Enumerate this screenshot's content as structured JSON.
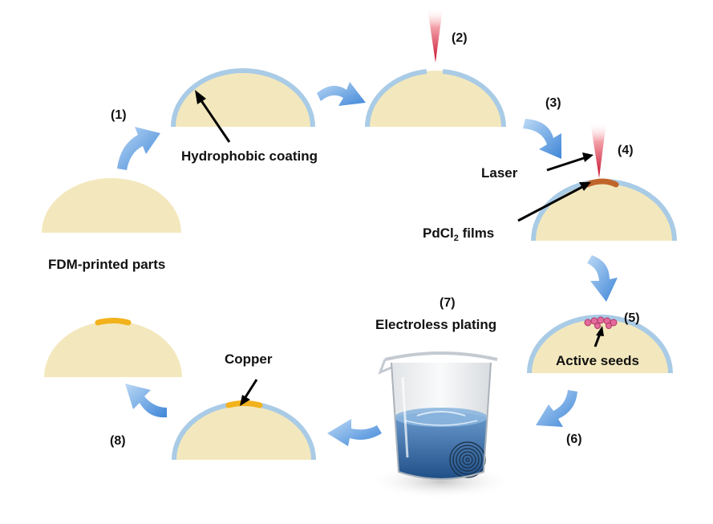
{
  "labels": {
    "fdm": "FDM-printed parts",
    "hydrophobic": "Hydrophobic coating",
    "laser": "Laser",
    "pdcl_base": "PdCl",
    "pdcl_sub": "2",
    "pdcl_rest": " films",
    "active_seeds": "Active seeds",
    "electroless_line1": "Electroless plating",
    "copper": "Copper"
  },
  "steps": {
    "s1": "(1)",
    "s2": "(2)",
    "s3": "(3)",
    "s4": "(4)",
    "s5": "(5)",
    "s6": "(6)",
    "s7": "(7)",
    "s8": "(8)"
  },
  "colors": {
    "part_fill": "#f3e8bd",
    "coating": "#a9cbe6",
    "arrow_blue": "#5a9be0",
    "laser_red": "#d42a3a",
    "pdcl_film": "#c0652a",
    "copper": "#f2b21c",
    "seed_pink": "#e46a9c",
    "water": "#3f78b6"
  }
}
